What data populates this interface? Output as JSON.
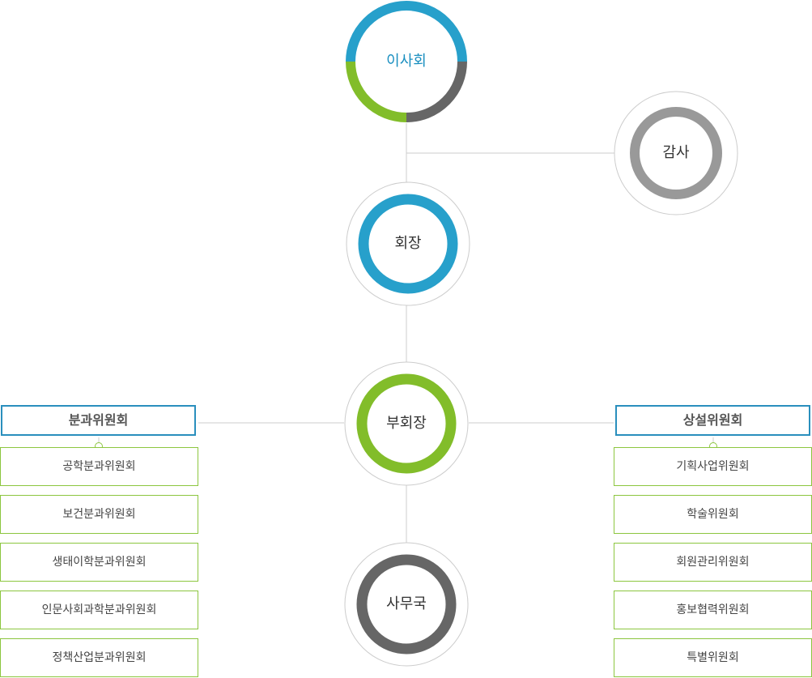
{
  "nodes": {
    "board": "이사회",
    "auditor": "감사",
    "president": "회장",
    "vice_president": "부회장",
    "secretariat": "사무국"
  },
  "colors": {
    "blue": "#27a0cb",
    "green": "#82bd2a",
    "dark_gray": "#666666",
    "light_gray": "#999999",
    "line": "#cccccc"
  },
  "left_group": {
    "title": "분과위원회",
    "items": [
      "공학분과위원회",
      "보건분과위원회",
      "생태이학분과위원회",
      "인문사회과학분과위원회",
      "정책산업분과위원회"
    ]
  },
  "right_group": {
    "title": "상설위원회",
    "items": [
      "기획사업위원회",
      "학술위원회",
      "회원관리위원회",
      "홍보협력위원회",
      "특별위원회"
    ]
  }
}
